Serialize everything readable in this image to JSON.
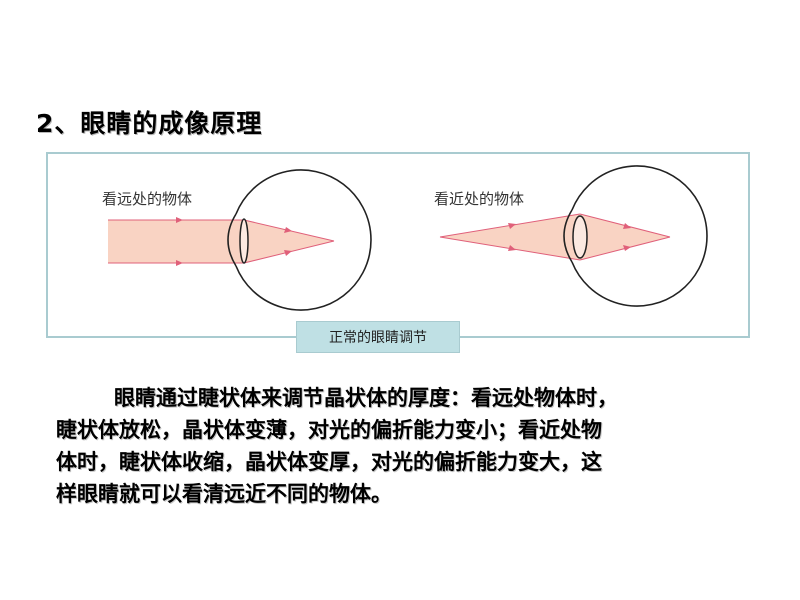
{
  "title": "2、眼睛的成像原理",
  "figure": {
    "far_label": "看远处的物体",
    "near_label": "看近处的物体",
    "caption": "正常的眼睛调节"
  },
  "paragraph": {
    "lines": [
      "眼睛通过睫状体来调节晶状体的厚度：看远处物体时，",
      "睫状体放松，晶状体变薄，对光的偏折能力变小；看近处物",
      "体时，睫状体收缩，晶状体变厚，对光的偏折能力变大，这",
      "样眼睛就可以看清远近不同的物体。"
    ]
  },
  "colors": {
    "beam_fill": "#f9d3c3",
    "ray": "#e0607a",
    "eye_outline": "#222222",
    "frame": "#a9cbd0",
    "caption_bg": "#bfe0e4"
  }
}
